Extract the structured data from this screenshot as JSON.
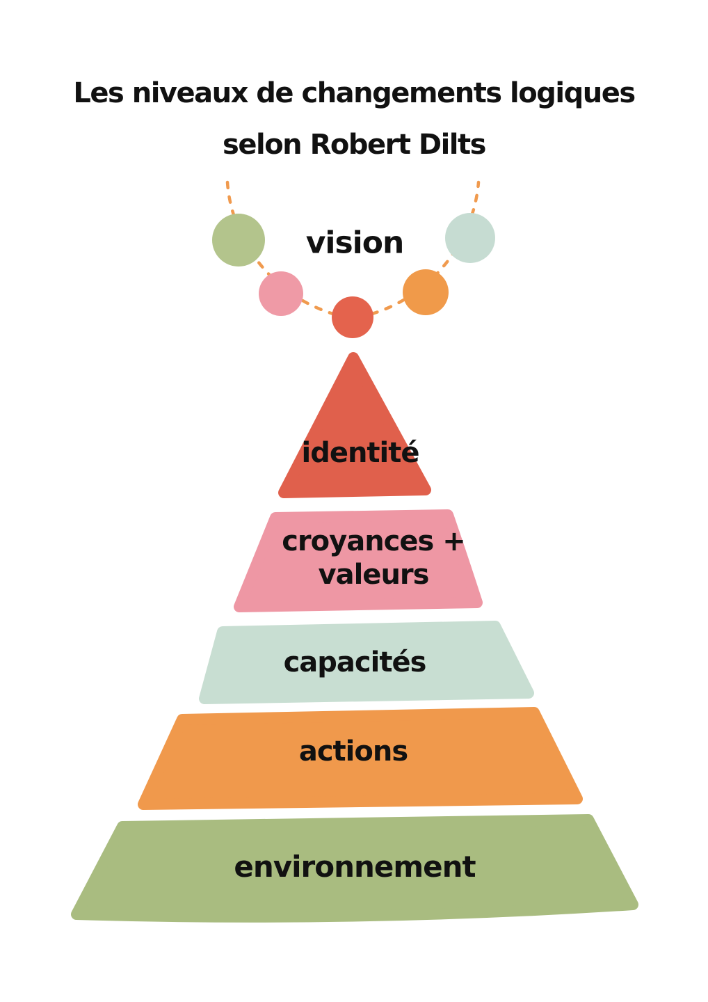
{
  "title": {
    "line1": "Les niveaux de changements logiques",
    "line2": "selon Robert Dilts"
  },
  "garland": {
    "label": "vision",
    "string_color": "#f09a4e",
    "beads": [
      {
        "name": "sage-bead",
        "color": "#b3c48c"
      },
      {
        "name": "pink-bead",
        "color": "#ef9aa6"
      },
      {
        "name": "coral-bead",
        "color": "#e4634d"
      },
      {
        "name": "orange-bead",
        "color": "#f09a4a"
      },
      {
        "name": "mint-bead",
        "color": "#c6dcd2"
      }
    ]
  },
  "pyramid": {
    "levels": [
      {
        "label": "identité",
        "color": "#e0604c"
      },
      {
        "label_line1": "croyances +",
        "label_line2": "valeurs",
        "color": "#ee97a4"
      },
      {
        "label": "capacités",
        "color": "#c8ded2"
      },
      {
        "label": "actions",
        "color": "#f0994c"
      },
      {
        "label": "environnement",
        "color": "#a9bc80"
      }
    ]
  }
}
